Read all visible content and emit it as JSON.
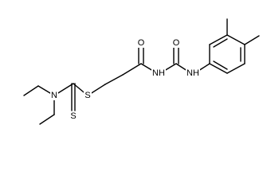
{
  "structure": {
    "atoms": [
      {
        "id": "S_thione",
        "label": "S"
      },
      {
        "id": "N_amine",
        "label": "N"
      },
      {
        "id": "S_thioether",
        "label": "S"
      },
      {
        "id": "O_carbonyl1",
        "label": "O"
      },
      {
        "id": "NH_imide",
        "label": "NH"
      },
      {
        "id": "O_carbonyl2",
        "label": "O"
      },
      {
        "id": "NH_aryl",
        "label": "NH"
      }
    ]
  }
}
